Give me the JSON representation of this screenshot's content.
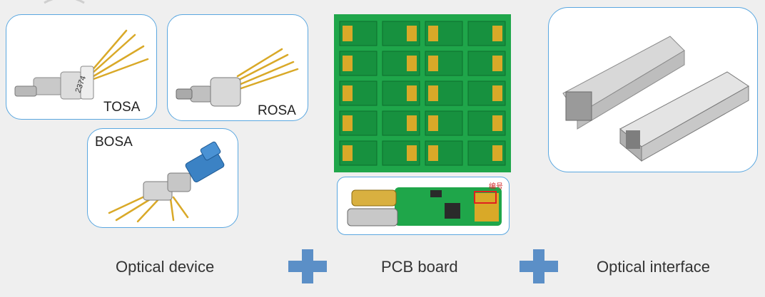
{
  "components": {
    "tosa": {
      "label": "TOSA"
    },
    "rosa": {
      "label": "ROSA"
    },
    "bosa": {
      "label": "BOSA"
    },
    "pcb_panel": {},
    "pcb_assembled": {
      "tag": "编号"
    },
    "optical_interface": {}
  },
  "captions": {
    "optical_device": "Optical device",
    "pcb_board": "PCB board",
    "optical_interface": "Optical interface"
  },
  "colors": {
    "card_border": "#5aa7e0",
    "plus": "#5b8fc7",
    "pcb_green": "#1fa64a",
    "gold": "#d9a928"
  },
  "icons": [
    "plus-icon",
    "plus-icon"
  ]
}
